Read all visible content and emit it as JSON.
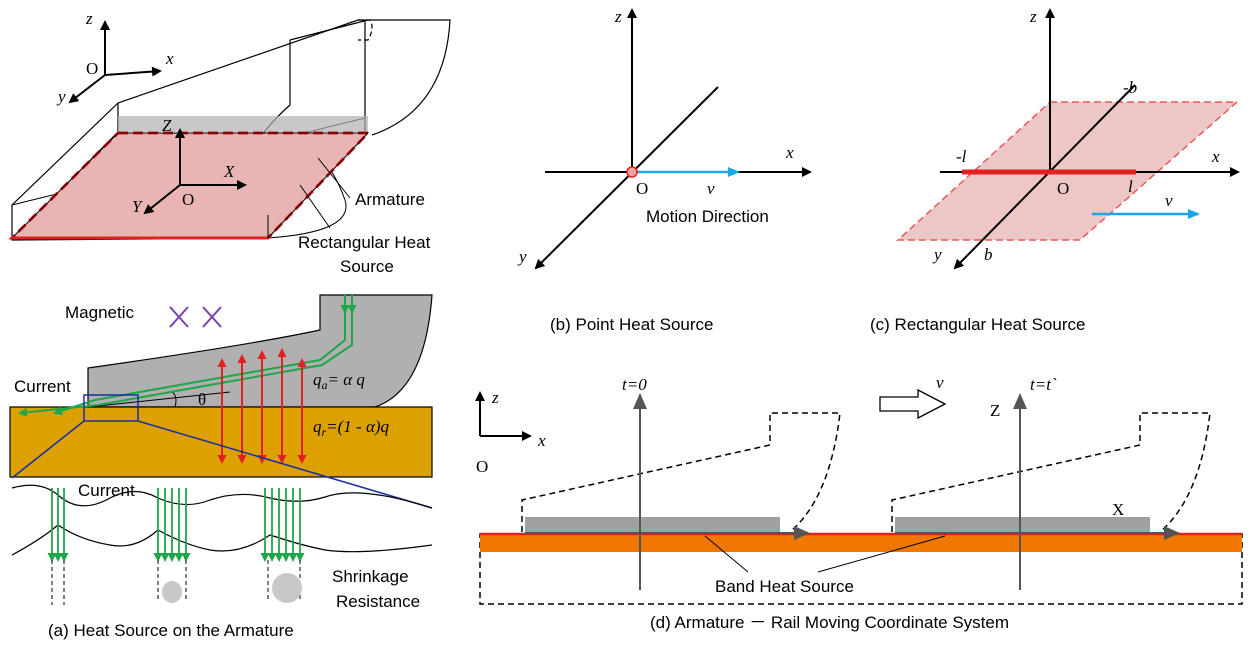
{
  "panel_a": {
    "caption": "(a) Heat Source on the Armature",
    "axis_z": "z",
    "axis_x": "x",
    "axis_y": "y",
    "origin": "O",
    "local_z": "Z",
    "local_x": "X",
    "local_y": "Y",
    "local_origin": "O",
    "armature_label": "Armature",
    "heat_source_line1": "Rectangular Heat",
    "heat_source_line2": "Source",
    "magnetic_label": "Magnetic",
    "current_label": "Current",
    "current_label2": "Current",
    "qa_label": "q",
    "qa_sub": "a",
    "qa_rest": "= α q",
    "qr_label": "q",
    "qr_sub": "r",
    "qr_rest": "=(1 - α)q",
    "theta": "θ",
    "shrinkage_line1": "Shrinkage",
    "shrinkage_line2": "Resistance"
  },
  "panel_b": {
    "caption": "(b) Point Heat Source",
    "axis_z": "z",
    "axis_x": "x",
    "axis_y": "y",
    "origin": "O",
    "velocity": "v",
    "motion_label": "Motion Direction"
  },
  "panel_c": {
    "caption": "(c) Rectangular Heat Source",
    "axis_z": "z",
    "axis_x": "x",
    "axis_y": "y",
    "origin": "O",
    "neg_b": "-b",
    "pos_b": "b",
    "neg_l": "-l",
    "pos_l": "l",
    "velocity": "v"
  },
  "panel_d": {
    "caption": "(d) Armature － Rail Moving Coordinate System",
    "axis_z": "z",
    "axis_x": "x",
    "origin": "O",
    "t0_label": "t=0",
    "tt_label": "t=t`",
    "velocity": "v",
    "local_z": "Z",
    "local_x": "X",
    "band_label": "Band Heat Source"
  },
  "colors": {
    "heat_red": "#e32020",
    "heat_fill": "#e8b4b4",
    "rail_gold": "#dca000",
    "rail_orange": "#f07800",
    "armature_gray": "#b0b0b0",
    "current_green": "#1fa54a",
    "velocity_blue": "#1aa7e8",
    "magnetic_purple": "#7a3fb0",
    "zoom_blue": "#1a2fa0"
  }
}
